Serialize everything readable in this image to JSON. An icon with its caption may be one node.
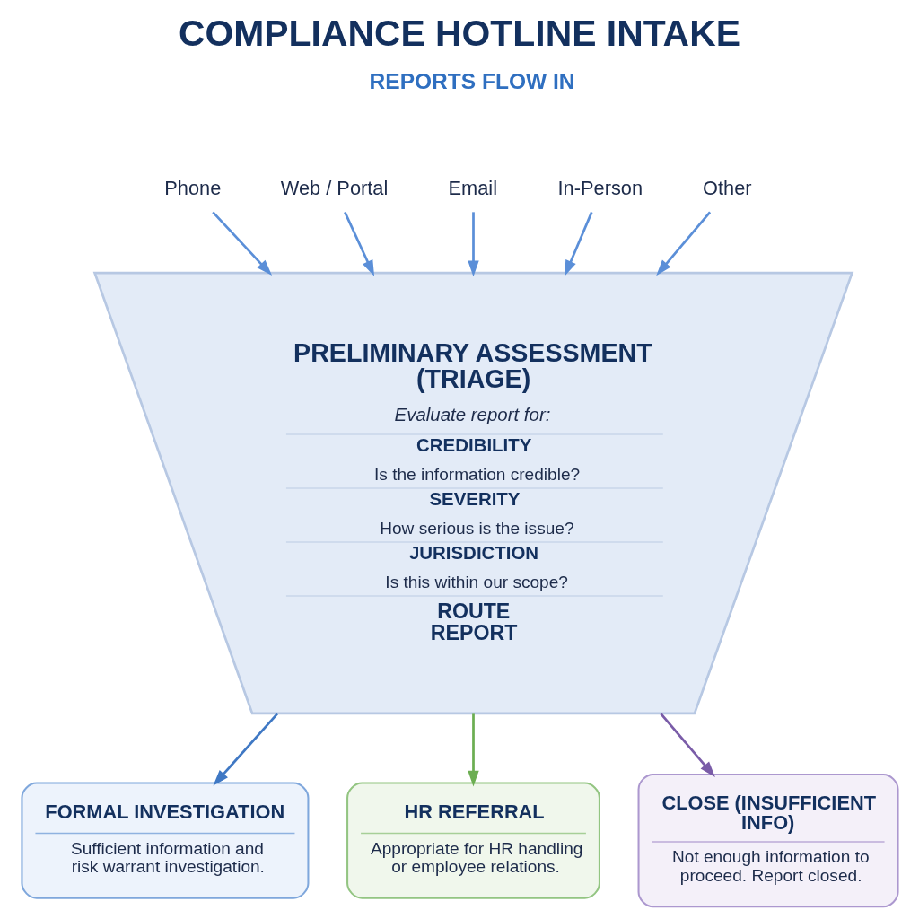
{
  "diagram": {
    "title": "COMPLIANCE HOTLINE INTAKE",
    "nodes": [
      {
        "text": [
          "Phone"
        ]
      },
      {
        "text": [
          "Web / Portal"
        ]
      },
      {
        "text": [
          "Email"
        ]
      },
      {
        "text": [
          "In-Person"
        ]
      },
      {
        "text": [
          "Other"
        ]
      },
      {
        "text": [
          "PRELIMINARY ASSESSMENT (TRIAGE)",
          "Evaluate report for:",
          "CREDIBILITY",
          "Is the information credible?",
          "SEVERITY",
          "How serious is the issue?",
          "JURISDICTION",
          "Is this within our scope?",
          "ROUTE REPORT"
        ]
      },
      {
        "text": [
          "FORMAL INVESTIGATION",
          "Sufficient information and risk warrant investigation."
        ]
      },
      {
        "text": [
          "HR REFERRAL",
          "Appropriate for HR handling or employee relations."
        ]
      },
      {
        "text": [
          "CLOSE (INSUFFICIENT INFO)",
          "Not enough information to proceed. Report closed."
        ]
      }
    ],
    "edges": [
      {
        "from": 0,
        "to": 5,
        "arrow": "to"
      },
      {
        "from": 1,
        "to": 5,
        "arrow": "to"
      },
      {
        "from": 2,
        "to": 5,
        "arrow": "to"
      },
      {
        "from": 3,
        "to": 5,
        "arrow": "to"
      },
      {
        "from": 4,
        "to": 5,
        "arrow": "to"
      },
      {
        "from": 5,
        "to": 6,
        "arrow": "to",
        "color": "#3f78c4"
      },
      {
        "from": 5,
        "to": 7,
        "arrow": "to",
        "color": "#6cae52"
      },
      {
        "from": 5,
        "to": 8,
        "arrow": "to",
        "color": "#7a5ca8"
      }
    ],
    "labels": [
      "REPORTS FLOW IN"
    ]
  }
}
